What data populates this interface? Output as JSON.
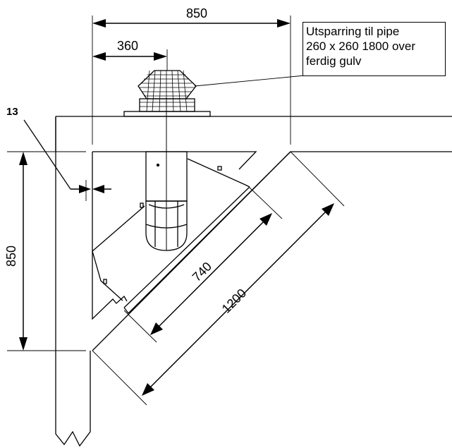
{
  "dimensions": {
    "top_width": "850",
    "center_offset": "360",
    "side_height": "850",
    "gap": "13",
    "inner_diagonal": "740",
    "outer_diagonal": "1200"
  },
  "note": {
    "lines": [
      "Utsparring til pipe",
      "260 x 260 1800 over",
      "ferdig gulv"
    ]
  }
}
